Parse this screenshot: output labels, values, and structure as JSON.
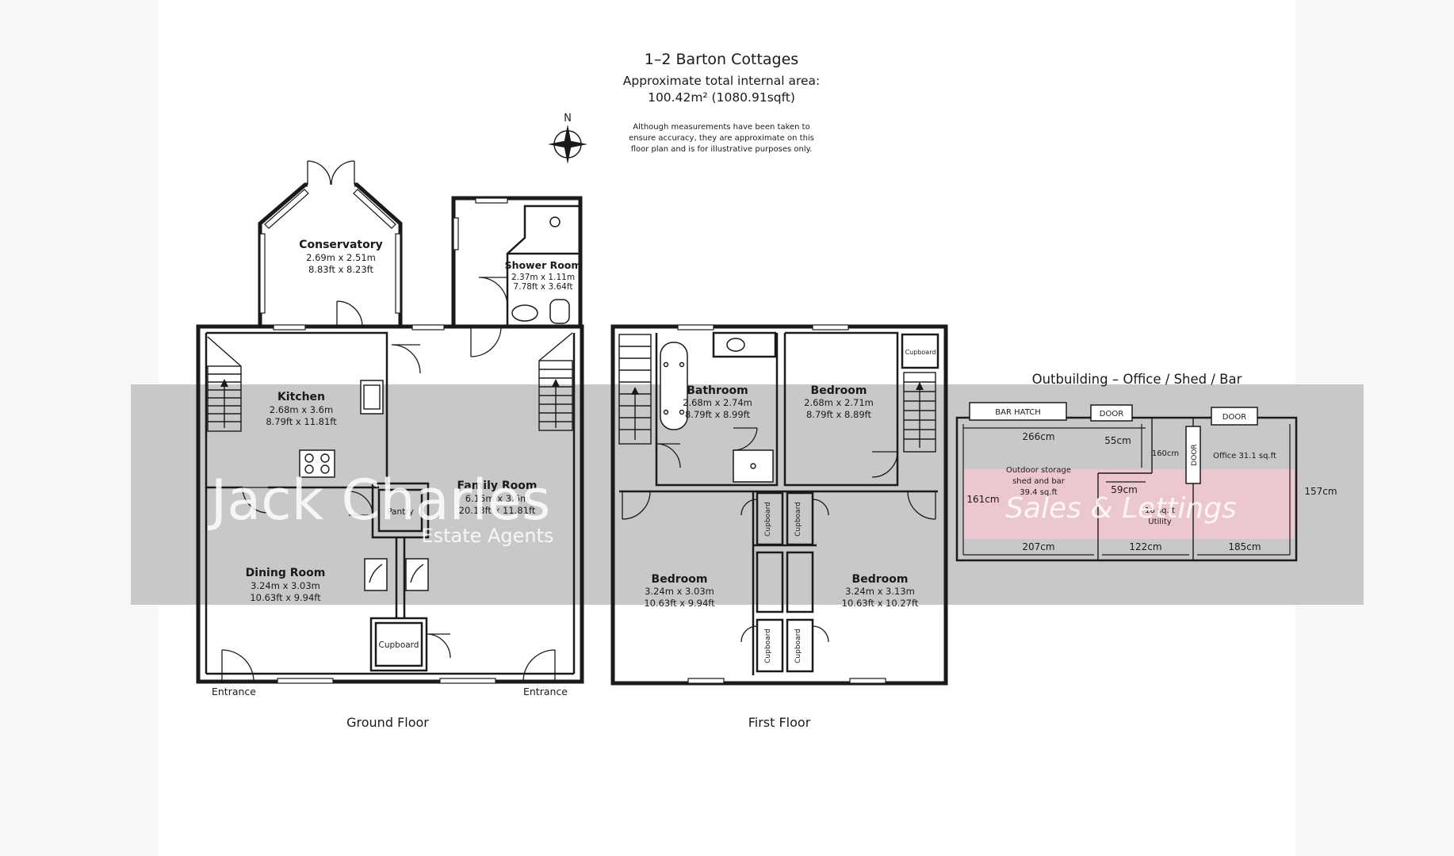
{
  "header": {
    "title": "1–2 Barton Cottages",
    "area_label": "Approximate total internal area:",
    "area_value": "100.42m² (1080.91sqft)",
    "disclaimer": [
      "Although measurements have been taken to",
      "ensure accuracy, they are approximate on this",
      "floor plan and is for illustrative purposes only."
    ],
    "compass": "N"
  },
  "watermark": {
    "brand": "Jack Charles",
    "sub": "Estate Agents",
    "tag": "Sales & Lettings"
  },
  "ground_floor": {
    "title": "Ground Floor",
    "entrances": [
      "Entrance",
      "Entrance"
    ],
    "rooms": {
      "conservatory": {
        "name": "Conservatory",
        "metric": "2.69m x 2.51m",
        "imperial": "8.83ft x 8.23ft"
      },
      "shower_room": {
        "name": "Shower Room",
        "metric": "2.37m x 1.11m",
        "imperial": "7.78ft x 3.64ft"
      },
      "kitchen": {
        "name": "Kitchen",
        "metric": "2.68m x 3.6m",
        "imperial": "8.79ft x 11.81ft"
      },
      "family_room": {
        "name": "Family Room",
        "metric": "6.15m x 3.6m",
        "imperial": "20.18ft x 11.81ft"
      },
      "pantry": {
        "name": "Pantry"
      },
      "dining_room": {
        "name": "Dining Room",
        "metric": "3.24m x 3.03m",
        "imperial": "10.63ft x 9.94ft"
      },
      "cupboard": {
        "name": "Cupboard"
      }
    }
  },
  "first_floor": {
    "title": "First Floor",
    "rooms": {
      "bathroom": {
        "name": "Bathroom",
        "metric": "2.68m x 2.74m",
        "imperial": "8.79ft x 8.99ft"
      },
      "bedroom_1": {
        "name": "Bedroom",
        "metric": "2.68m x 2.71m",
        "imperial": "8.79ft x 8.89ft"
      },
      "bedroom_2": {
        "name": "Bedroom",
        "metric": "3.24m x 3.03m",
        "imperial": "10.63ft x 9.94ft"
      },
      "bedroom_3": {
        "name": "Bedroom",
        "metric": "3.24m x 3.13m",
        "imperial": "10.63ft x 10.27ft"
      }
    },
    "cupboard_labels": [
      "Cupboard",
      "Cupboard",
      "Cupboard",
      "Cupboard",
      "Cupboard"
    ]
  },
  "outbuilding": {
    "title": "Outbuilding – Office / Shed / Bar",
    "bar_hatch": "BAR HATCH",
    "door_1": "DOOR",
    "door_2": "DOOR",
    "door_3": "DOOR",
    "dims": {
      "d266": "266cm",
      "d55": "55cm",
      "d160": "160cm",
      "d59": "59cm",
      "d161": "161cm",
      "d157": "157cm",
      "d207": "207cm",
      "d122": "122cm",
      "d185": "185cm"
    },
    "storage": [
      "Outdoor storage",
      "shed and bar",
      "39.4 sq.ft"
    ],
    "utility": [
      "16 sq.ft",
      "Utility"
    ],
    "office": "Office 31.1 sq.ft"
  },
  "colors": {
    "band": "#c8c8c8",
    "pink": "#efc6cf",
    "line": "#1a1a1a"
  }
}
